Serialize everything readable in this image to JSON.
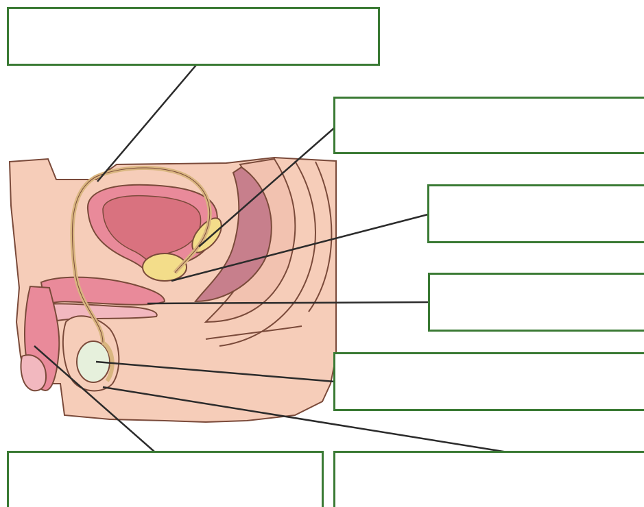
{
  "labels": [
    {
      "id": "label-1",
      "text": ""
    },
    {
      "id": "label-2",
      "text": ""
    },
    {
      "id": "label-3",
      "text": ""
    },
    {
      "id": "label-4",
      "text": ""
    },
    {
      "id": "label-5",
      "text": ""
    },
    {
      "id": "label-6",
      "text": ""
    },
    {
      "id": "label-7",
      "text": ""
    }
  ],
  "colors": {
    "box_border": "#3a7a34",
    "leader_line": "#2b2b2b",
    "skin": "#f6cdb9",
    "skin_dark": "#e9a98f",
    "tissue_pink": "#e98a9a",
    "tissue_mauve": "#c77f8c",
    "duct_tan": "#d9b680",
    "gland_yellow": "#f3dd8a",
    "testis": "#e6f0dc",
    "outline": "#7a4a3a"
  }
}
